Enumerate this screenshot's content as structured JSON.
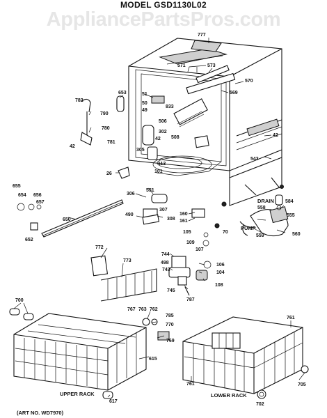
{
  "title": "MODEL GSD1130L02",
  "watermark": "AppliancePartsPros.com",
  "art_number": "(ART NO. WD7970)",
  "captions": {
    "drain": "DRAIN",
    "pump": "PUMP",
    "upper_rack": "UPPER RACK",
    "lower_rack": "LOWER RACK"
  },
  "parts": {
    "p777": "777",
    "p571": "571",
    "p573": "573",
    "p570": "570",
    "p569": "569",
    "p653": "653",
    "p51": "51",
    "p50": "50",
    "p49": "49",
    "p833": "833",
    "p782": "782",
    "p790": "790",
    "p780": "780",
    "p506": "506",
    "p302": "302",
    "p42a": "42",
    "p42b": "42",
    "p42c": "42",
    "p781": "781",
    "p508": "508",
    "p543": "543",
    "p305": "305",
    "p113": "113",
    "p101": "101",
    "p26": "26",
    "p655": "655",
    "p654": "654",
    "p656": "656",
    "p657": "657",
    "p306": "306",
    "p551": "551",
    "p584": "584",
    "p558": "558",
    "p555": "555",
    "p490": "490",
    "p307": "307",
    "p308": "308",
    "p650": "650",
    "p160": "160",
    "p161": "161",
    "p70": "70",
    "p559": "559",
    "p560": "560",
    "p652": "652",
    "p105": "105",
    "p109": "109",
    "p772": "772",
    "p107": "107",
    "p744": "744",
    "p498": "498",
    "p773": "773",
    "p743": "743",
    "p106": "106",
    "p104": "104",
    "p745": "745",
    "p108": "108",
    "p787": "787",
    "p700": "700",
    "p767": "767",
    "p763": "763",
    "p762": "762",
    "p785": "785",
    "p770": "770",
    "p769": "769",
    "p761a": "761",
    "p761b": "761",
    "p615": "615",
    "p617": "617",
    "p705": "705",
    "p702": "702"
  }
}
